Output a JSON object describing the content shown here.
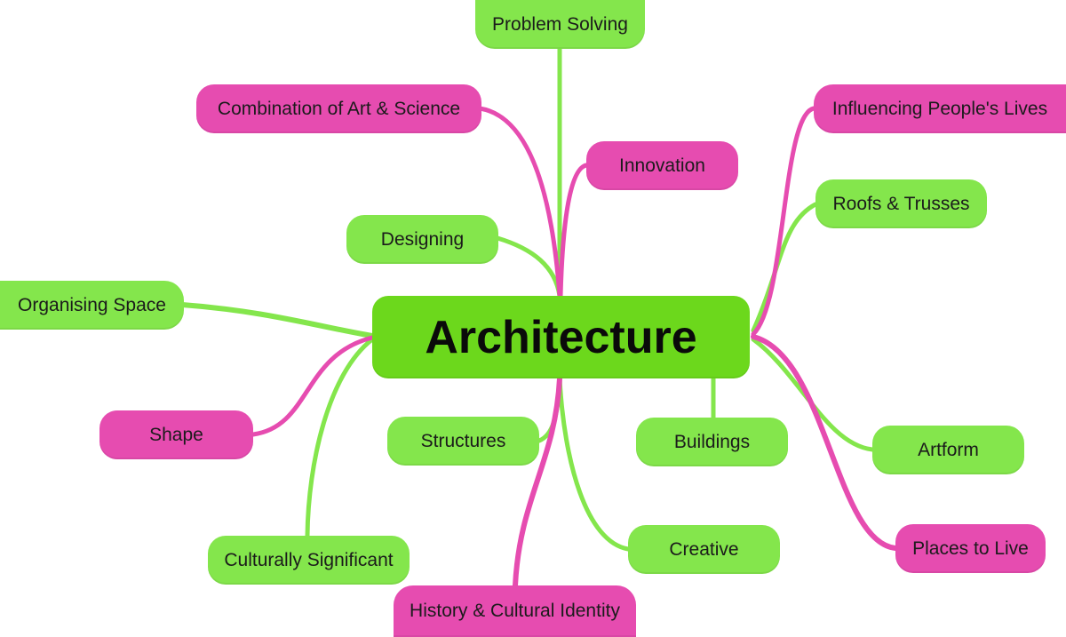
{
  "center": {
    "label": "Architecture"
  },
  "colors": {
    "center": "#6cd81c",
    "green": "#84e64c",
    "pink": "#e64cb0"
  },
  "nodes": {
    "problem_solving": "Problem Solving",
    "combination": "Combination of Art & Science",
    "innovation": "Innovation",
    "designing": "Designing",
    "organising_space": "Organising Space",
    "influencing": "Influencing People's Lives",
    "roofs": "Roofs & Trusses",
    "shape": "Shape",
    "structures": "Structures",
    "buildings": "Buildings",
    "artform": "Artform",
    "culturally": "Culturally Significant",
    "creative": "Creative",
    "places": "Places to Live",
    "history": "History & Cultural Identity"
  }
}
